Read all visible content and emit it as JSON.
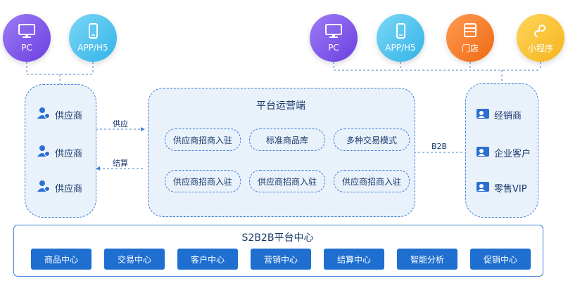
{
  "top_left_clients": [
    {
      "label": "PC",
      "icon": "monitor-icon",
      "color": "#7b52ea"
    },
    {
      "label": "APP/H5",
      "icon": "phone-icon",
      "color": "#45bdee"
    }
  ],
  "top_right_clients": [
    {
      "label": "PC",
      "icon": "monitor-icon",
      "color": "#7b52ea"
    },
    {
      "label": "APP/H5",
      "icon": "phone-icon",
      "color": "#45bdee"
    },
    {
      "label": "门店",
      "icon": "store-icon",
      "color": "#f57a25"
    },
    {
      "label": "小程序",
      "icon": "mini-program-icon",
      "color": "#f7bf2a"
    }
  ],
  "suppliers": [
    "供应商",
    "供应商",
    "供应商"
  ],
  "flows": {
    "supply": "供应",
    "settle": "结算",
    "b2b": "B2B"
  },
  "platform": {
    "title": "平台运营端",
    "modules": [
      "供应商招商入驻",
      "标准商品库",
      "多种交易模式",
      "供应商招商入驻",
      "供应商招商入驻",
      "供应商招商入驻"
    ]
  },
  "customers": [
    "经销商",
    "企业客户",
    "零售VIP"
  ],
  "center": {
    "title": "S2B2B平台中心",
    "modules": [
      "商品中心",
      "交易中心",
      "客户中心",
      "营销中心",
      "结算中心",
      "智能分析",
      "促销中心"
    ]
  },
  "colors": {
    "accent": "#1f6fd1",
    "panel_bg": "#e9f1fb",
    "border": "#3d7fd6"
  }
}
